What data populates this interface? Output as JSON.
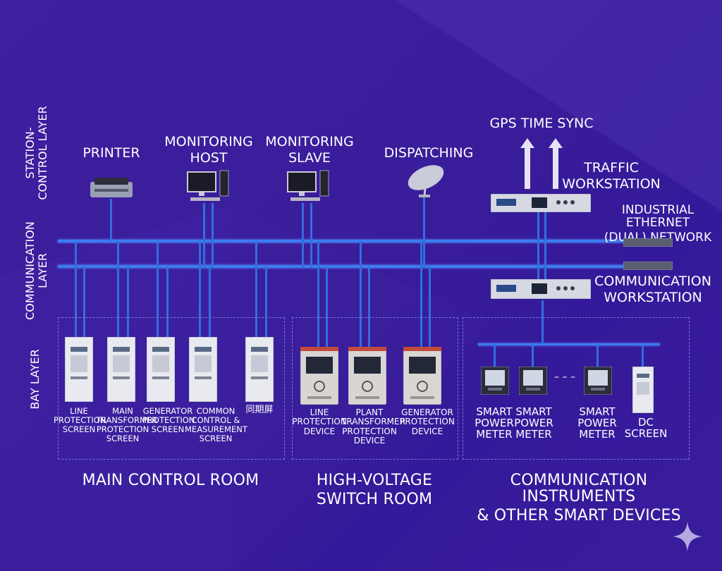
{
  "layers": {
    "station_control": "STATION-CONTROL LAYER",
    "communication": "COMMUNICATION LAYER",
    "bay": "BAY LAYER"
  },
  "top_devices": {
    "printer": "PRINTER",
    "monitoring_host": [
      "MONITORING",
      "HOST"
    ],
    "monitoring_slave": [
      "MONITORING",
      "SLAVE"
    ],
    "dispatching": "DISPATCHING",
    "gps": "GPS TIME SYNC",
    "traffic_workstation": [
      "TRAFFIC",
      "WORKSTATION"
    ],
    "industrial_ethernet": [
      "INDUSTRIAL ETHERNET",
      "(DUAL) NETWORK"
    ],
    "communication_workstation": [
      "COMMUNICATION",
      "WORKSTATION"
    ]
  },
  "main_control_room": {
    "title": "MAIN CONTROL ROOM",
    "cabinets": [
      [
        "LINE",
        "PROTECTION",
        "SCREEN"
      ],
      [
        "MAIN",
        "TRANSFORMER",
        "PROTECTION",
        "SCREEN"
      ],
      [
        "GENERATOR",
        "PROTECTION",
        "SCREEN"
      ],
      [
        "COMMON",
        "CONTROL &",
        "MEASUREMENT",
        "SCREEN"
      ],
      [
        "同期屏"
      ]
    ]
  },
  "high_voltage_room": {
    "title": [
      "HIGH-VOLTAGE",
      "SWITCH ROOM"
    ],
    "devices": [
      [
        "LINE",
        "PROTECTION",
        "DEVICE"
      ],
      [
        "PLANT",
        "TRANSFORMER",
        "PROTECTION",
        "DEVICE"
      ],
      [
        "GENERATOR",
        "PROTECTION",
        "DEVICE"
      ]
    ]
  },
  "smart_devices": {
    "title": [
      "COMMUNICATION INSTRUMENTS",
      "& OTHER SMART DEVICES"
    ],
    "devices": [
      [
        "SMART",
        "POWER",
        "METER"
      ],
      [
        "SMART",
        "POWER",
        "METER"
      ],
      [
        "SMART",
        "POWER",
        "METER"
      ],
      [
        "DC",
        "SCREEN"
      ]
    ]
  },
  "colors": {
    "background": "#3a1d9c",
    "bus_line": "#3d7bf0",
    "drop_line": "#2f6fe0",
    "zone_border": "#6f7bd8"
  }
}
